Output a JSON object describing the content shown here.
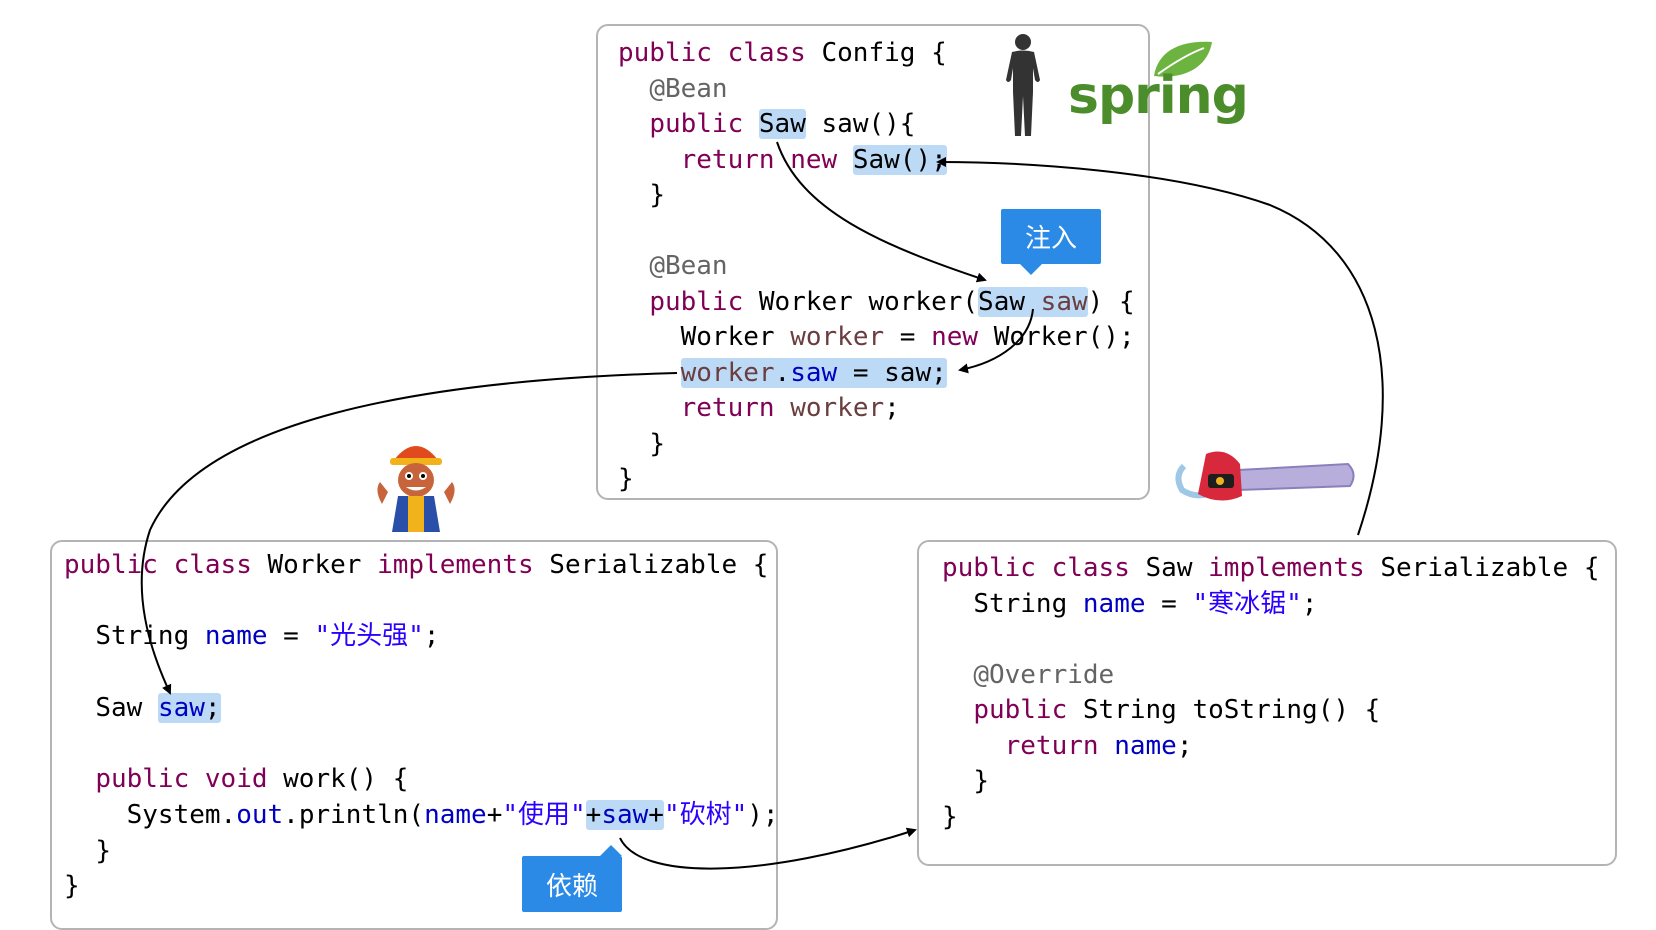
{
  "config_class": {
    "line1": {
      "kw": "public class",
      "name": " Config {"
    },
    "bean1": "@Bean",
    "saw_method": {
      "kw": "public",
      "type": "Saw",
      "rest": "saw(){"
    },
    "return_saw": {
      "kw": "return",
      "kw2": "new",
      "ctor": "Saw();"
    },
    "close1": "}",
    "bean2": "@Bean",
    "worker_method": {
      "kw": "public",
      "sig": "Worker worker(",
      "param_type": "Saw",
      "param_name": "saw",
      "rest": ") {"
    },
    "new_worker": {
      "type": "Worker",
      "var": "worker",
      "eq": " = ",
      "kw": "new",
      "ctor": "Worker();"
    },
    "assign": {
      "var": "worker",
      "dot": ".",
      "field": "saw",
      "rest": " = saw;"
    },
    "return_worker": {
      "kw": "return",
      "var": "worker",
      "semi": ";"
    },
    "close2": "}",
    "close3": "}"
  },
  "worker_class": {
    "line1": {
      "kw1": "public",
      "kw2": "class",
      "name": "Worker",
      "kw3": "implements",
      "iface": "Serializable {"
    },
    "name_field": {
      "type": "String",
      "field": "name",
      "eq": " = ",
      "value": "\"光头强\"",
      "semi": ";"
    },
    "saw_field": {
      "type": "Saw",
      "field": "saw",
      "semi": ";"
    },
    "work_method": {
      "kw": "public void",
      "rest": "work() {"
    },
    "println": {
      "prefix": "System.",
      "out": "out",
      "call": ".println(",
      "name": "name",
      "plus1": "+",
      "str1": "\"使用\"",
      "plus2": "+",
      "saw": "saw",
      "plus3": "+",
      "str2": "\"砍树\"",
      "end": ");"
    },
    "close1": "}",
    "close2": "}"
  },
  "saw_class": {
    "line1": {
      "kw1": "public",
      "kw2": "class",
      "name": "Saw",
      "kw3": "implements",
      "iface": "Serializable {"
    },
    "name_field": {
      "type": "String",
      "field": "name",
      "eq": " = ",
      "value": "\"寒冰锯\"",
      "semi": ";"
    },
    "override": "@Override",
    "tostring": {
      "kw": "public",
      "rest": "String toString() {"
    },
    "return": {
      "kw": "return",
      "field": "name",
      "semi": ";"
    },
    "close1": "}",
    "close2": "}"
  },
  "callouts": {
    "inject": "注入",
    "depend": "依赖"
  },
  "logo": {
    "text": "spring",
    "color": "#4b8c2b"
  },
  "icons": {
    "silhouette": "man-silhouette-icon",
    "worker": "lumberjack-worker-icon",
    "saw": "chainsaw-icon"
  },
  "colors": {
    "keyword": "#7f0055",
    "field": "#0000c0",
    "string": "#2a00ff",
    "annotation": "#646464",
    "highlight": "#bcd9f5",
    "callout": "#2b8ae6"
  }
}
